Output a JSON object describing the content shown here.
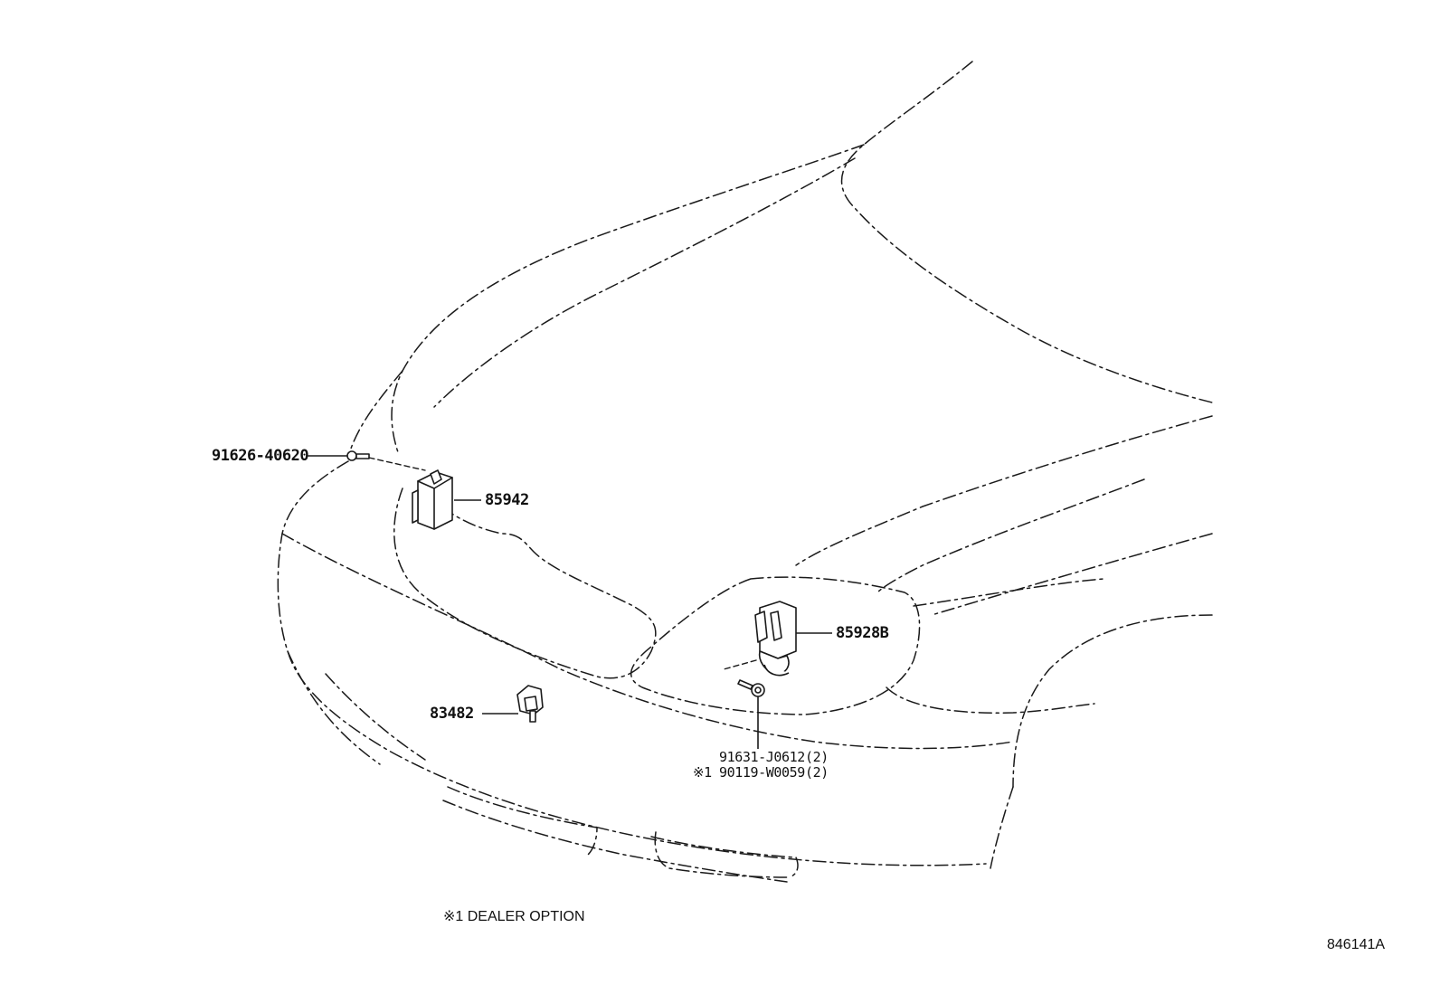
{
  "parts": {
    "bolt_top": "91626-40620",
    "sensor_left": "85942",
    "sensor_headlamp": "85928B",
    "bumper_sensor": "83482",
    "screw_a": "91631-J0612(2)",
    "screw_b_mark": "※1",
    "screw_b": "90119-W0059(2)"
  },
  "notes": {
    "dealer_option": "※1 DEALER OPTION"
  },
  "figure_id": "846141A"
}
